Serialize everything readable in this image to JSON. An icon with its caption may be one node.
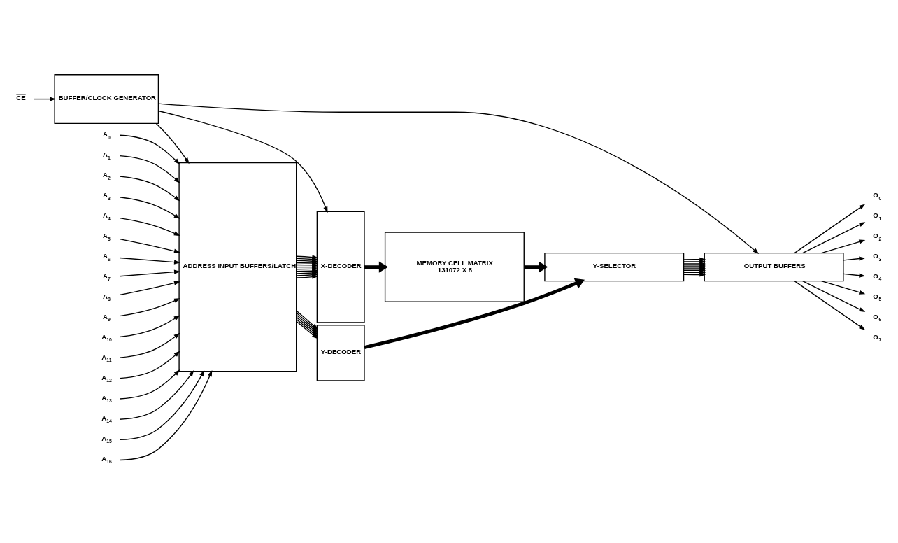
{
  "diagram": {
    "nodes": [
      {
        "text": [
          "ADDRESS INPUT BUFFERS/LATCH"
        ]
      },
      {
        "text": [
          "Y-DECODER"
        ]
      },
      {
        "text": [
          "X-DECODER"
        ]
      },
      {
        "text": [
          "OUTPUT BUFFERS"
        ]
      },
      {
        "text": [
          "Y-SELECTOR"
        ]
      },
      {
        "text": [
          "MEMORY CELL MATRIX",
          "131072 X 8"
        ]
      },
      {
        "text": [
          "BUFFER/CLOCK GENERATOR"
        ]
      },
      {
        "text": [
          "A$_{0}$"
        ]
      },
      {
        "text": [
          "A$_{1}$"
        ]
      },
      {
        "text": [
          "A$_{2}$"
        ]
      },
      {
        "text": [
          "A$_{3}$"
        ]
      },
      {
        "text": [
          "A$_{4}$"
        ]
      },
      {
        "text": [
          "A$_{5}$"
        ]
      },
      {
        "text": [
          "A$_{6}$"
        ]
      },
      {
        "text": [
          "A$_{7}$"
        ]
      },
      {
        "text": [
          "A$_{8}$"
        ]
      },
      {
        "text": [
          "A$_{9}$"
        ]
      },
      {
        "text": [
          "A$_{10}$"
        ]
      },
      {
        "text": [
          "A$_{11}$"
        ]
      },
      {
        "text": [
          "A$_{12}$"
        ]
      },
      {
        "text": [
          "A$_{13}$"
        ]
      },
      {
        "text": [
          "A$_{14}$"
        ]
      },
      {
        "text": [
          "A$_{15}$"
        ]
      },
      {
        "text": [
          "A$_{16}$"
        ]
      },
      {
        "text": [
          "O$_{0}$"
        ]
      },
      {
        "text": [
          "O$_{1}$"
        ]
      },
      {
        "text": [
          "O$_{2}$"
        ]
      },
      {
        "text": [
          "O$_{3}$"
        ]
      },
      {
        "text": [
          "O$_{4}$"
        ]
      },
      {
        "text": [
          "O$_{5}$"
        ]
      },
      {
        "text": [
          "O$_{6}$"
        ]
      },
      {
        "text": [
          "O$_{7}$"
        ]
      },
      {
        "text": [
          "CE"
        ]
      }
    ],
    "edges": [
      {
        "from": 7,
        "to": 0,
        "arrow": "to"
      },
      {
        "from": 8,
        "to": 0,
        "arrow": "to"
      },
      {
        "from": 9,
        "to": 0,
        "arrow": "to"
      },
      {
        "from": 10,
        "to": 0,
        "arrow": "to"
      },
      {
        "from": 11,
        "to": 0,
        "arrow": "to"
      },
      {
        "from": 12,
        "to": 0,
        "arrow": "to"
      },
      {
        "from": 13,
        "to": 0,
        "arrow": "to"
      },
      {
        "from": 14,
        "to": 0,
        "arrow": "to"
      },
      {
        "from": 15,
        "to": 0,
        "arrow": "to"
      },
      {
        "from": 16,
        "to": 0,
        "arrow": "to"
      },
      {
        "from": 17,
        "to": 0,
        "arrow": "to"
      },
      {
        "from": 18,
        "to": 0,
        "arrow": "to"
      },
      {
        "from": 19,
        "to": 0,
        "arrow": "to"
      },
      {
        "from": 20,
        "to": 0,
        "arrow": "to"
      },
      {
        "from": 21,
        "to": 0,
        "arrow": "to"
      },
      {
        "from": 22,
        "to": 0,
        "arrow": "to"
      },
      {
        "from": 23,
        "to": 0,
        "arrow": "to"
      },
      {
        "from": 0,
        "to": 1,
        "arrow": "to"
      },
      {
        "from": 0,
        "to": 1,
        "arrow": "to"
      },
      {
        "from": 0,
        "to": 1,
        "arrow": "to"
      },
      {
        "from": 0,
        "to": 1,
        "arrow": "to"
      },
      {
        "from": 0,
        "to": 1,
        "arrow": "to"
      },
      {
        "from": 0,
        "to": 1,
        "arrow": "to"
      },
      {
        "from": 0,
        "to": 2,
        "arrow": "to"
      },
      {
        "from": 0,
        "to": 2,
        "arrow": "to"
      },
      {
        "from": 0,
        "to": 2,
        "arrow": "to"
      },
      {
        "from": 0,
        "to": 2,
        "arrow": "to"
      },
      {
        "from": 0,
        "to": 2,
        "arrow": "to"
      },
      {
        "from": 0,
        "to": 2,
        "arrow": "to"
      },
      {
        "from": 0,
        "to": 2,
        "arrow": "to"
      },
      {
        "from": 0,
        "to": 2,
        "arrow": "to"
      },
      {
        "from": 0,
        "to": 2,
        "arrow": "to"
      },
      {
        "from": 0,
        "to": 2,
        "arrow": "to"
      },
      {
        "from": 0,
        "to": 2,
        "arrow": "to"
      },
      {
        "from": 1,
        "to": 4,
        "arrow": "to",
        "style": "thick"
      },
      {
        "from": 2,
        "to": 5,
        "arrow": "to",
        "style": "thick"
      },
      {
        "from": 5,
        "to": 4,
        "arrow": "to",
        "style": "thick"
      },
      {
        "from": 4,
        "to": 3,
        "arrow": "to"
      },
      {
        "from": 4,
        "to": 3,
        "arrow": "to"
      },
      {
        "from": 4,
        "to": 3,
        "arrow": "to"
      },
      {
        "from": 4,
        "to": 3,
        "arrow": "to"
      },
      {
        "from": 4,
        "to": 3,
        "arrow": "to"
      },
      {
        "from": 4,
        "to": 3,
        "arrow": "to"
      },
      {
        "from": 4,
        "to": 3,
        "arrow": "to"
      },
      {
        "from": 4,
        "to": 3,
        "arrow": "to"
      },
      {
        "from": 3,
        "to": 24,
        "arrow": "to"
      },
      {
        "from": 3,
        "to": 25,
        "arrow": "to"
      },
      {
        "from": 3,
        "to": 26,
        "arrow": "to"
      },
      {
        "from": 3,
        "to": 27,
        "arrow": "to"
      },
      {
        "from": 3,
        "to": 28,
        "arrow": "to"
      },
      {
        "from": 3,
        "to": 29,
        "arrow": "to"
      },
      {
        "from": 3,
        "to": 30,
        "arrow": "to"
      },
      {
        "from": 3,
        "to": 31,
        "arrow": "to"
      },
      {
        "from": 32,
        "to": 6,
        "arrow": "to"
      },
      {
        "from": 6,
        "to": 3,
        "arrow": "to"
      },
      {
        "from": 6,
        "to": 0,
        "arrow": "to"
      },
      {
        "from": 6,
        "to": 2,
        "arrow": "to"
      }
    ]
  }
}
